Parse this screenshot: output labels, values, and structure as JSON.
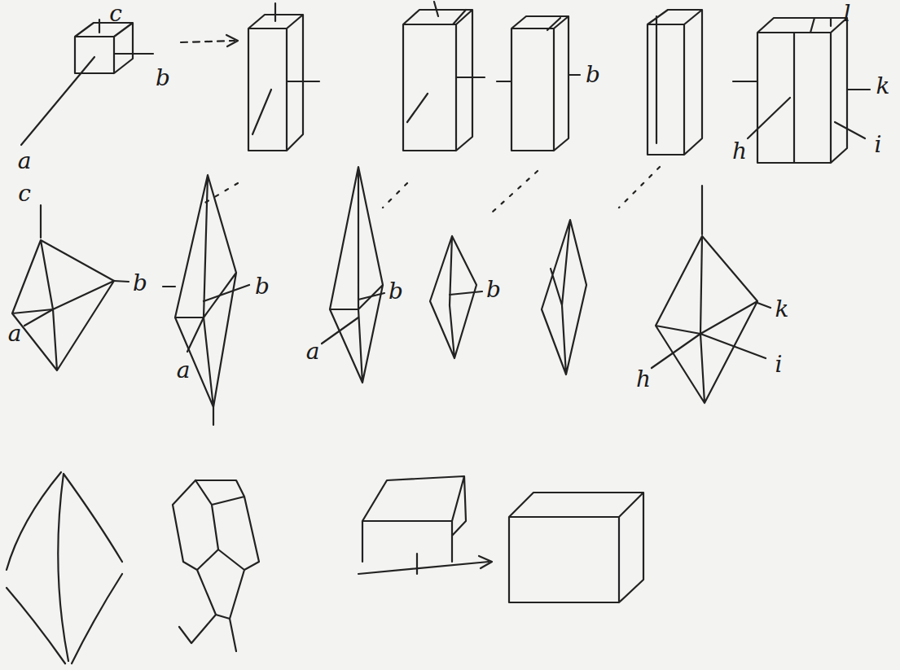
{
  "diagram": {
    "labels": [
      "c",
      "b",
      "a",
      "b",
      "l",
      "k",
      "h",
      "i",
      "c",
      "b",
      "a",
      "b",
      "a",
      "b",
      "a",
      "b",
      "k",
      "i",
      "h"
    ]
  }
}
